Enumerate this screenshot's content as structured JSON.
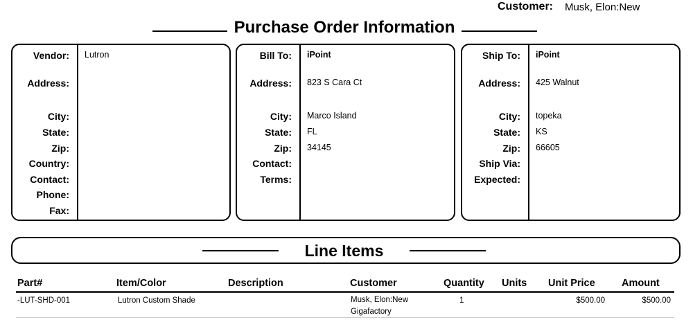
{
  "header": {
    "customer_label": "Customer:",
    "customer_value": "Musk, Elon:New"
  },
  "title": "Purchase Order Information",
  "vendor_box": {
    "rows": [
      {
        "label": "Vendor:",
        "value": "Lutron",
        "bold": false
      },
      {
        "label": "Address:",
        "value": ""
      },
      {
        "label": "City:",
        "value": ""
      },
      {
        "label": "State:",
        "value": ""
      },
      {
        "label": "Zip:",
        "value": ""
      },
      {
        "label": "Country:",
        "value": ""
      },
      {
        "label": "Contact:",
        "value": ""
      },
      {
        "label": "Phone:",
        "value": ""
      },
      {
        "label": "Fax:",
        "value": ""
      }
    ]
  },
  "bill_box": {
    "rows": [
      {
        "label": "Bill To:",
        "value": "iPoint",
        "bold": true
      },
      {
        "label": "Address:",
        "value": "823 S Cara Ct"
      },
      {
        "label": "City:",
        "value": "Marco Island"
      },
      {
        "label": "State:",
        "value": "FL"
      },
      {
        "label": "Zip:",
        "value": "34145"
      },
      {
        "label": "Contact:",
        "value": ""
      },
      {
        "label": "Terms:",
        "value": ""
      }
    ]
  },
  "ship_box": {
    "rows": [
      {
        "label": "Ship To:",
        "value": "iPoint",
        "bold": true
      },
      {
        "label": "Address:",
        "value": "425 Walnut"
      },
      {
        "label": "City:",
        "value": "topeka"
      },
      {
        "label": "State:",
        "value": "KS"
      },
      {
        "label": "Zip:",
        "value": "66605"
      },
      {
        "label": "Ship Via:",
        "value": ""
      },
      {
        "label": "Expected:",
        "value": ""
      }
    ]
  },
  "line_items": {
    "title": "Line Items",
    "columns": [
      "Part#",
      "Item/Color",
      "Description",
      "Customer",
      "Quantity",
      "Units",
      "Unit Price",
      "Amount"
    ],
    "rows": [
      {
        "part": "-LUT-SHD-001",
        "item": "Lutron Custom Shade",
        "description": "",
        "customer_line1": "Musk, Elon:New",
        "customer_line2": "Gigafactory",
        "quantity": "1",
        "units": "",
        "unit_price": "$500.00",
        "amount": "$500.00"
      }
    ]
  }
}
